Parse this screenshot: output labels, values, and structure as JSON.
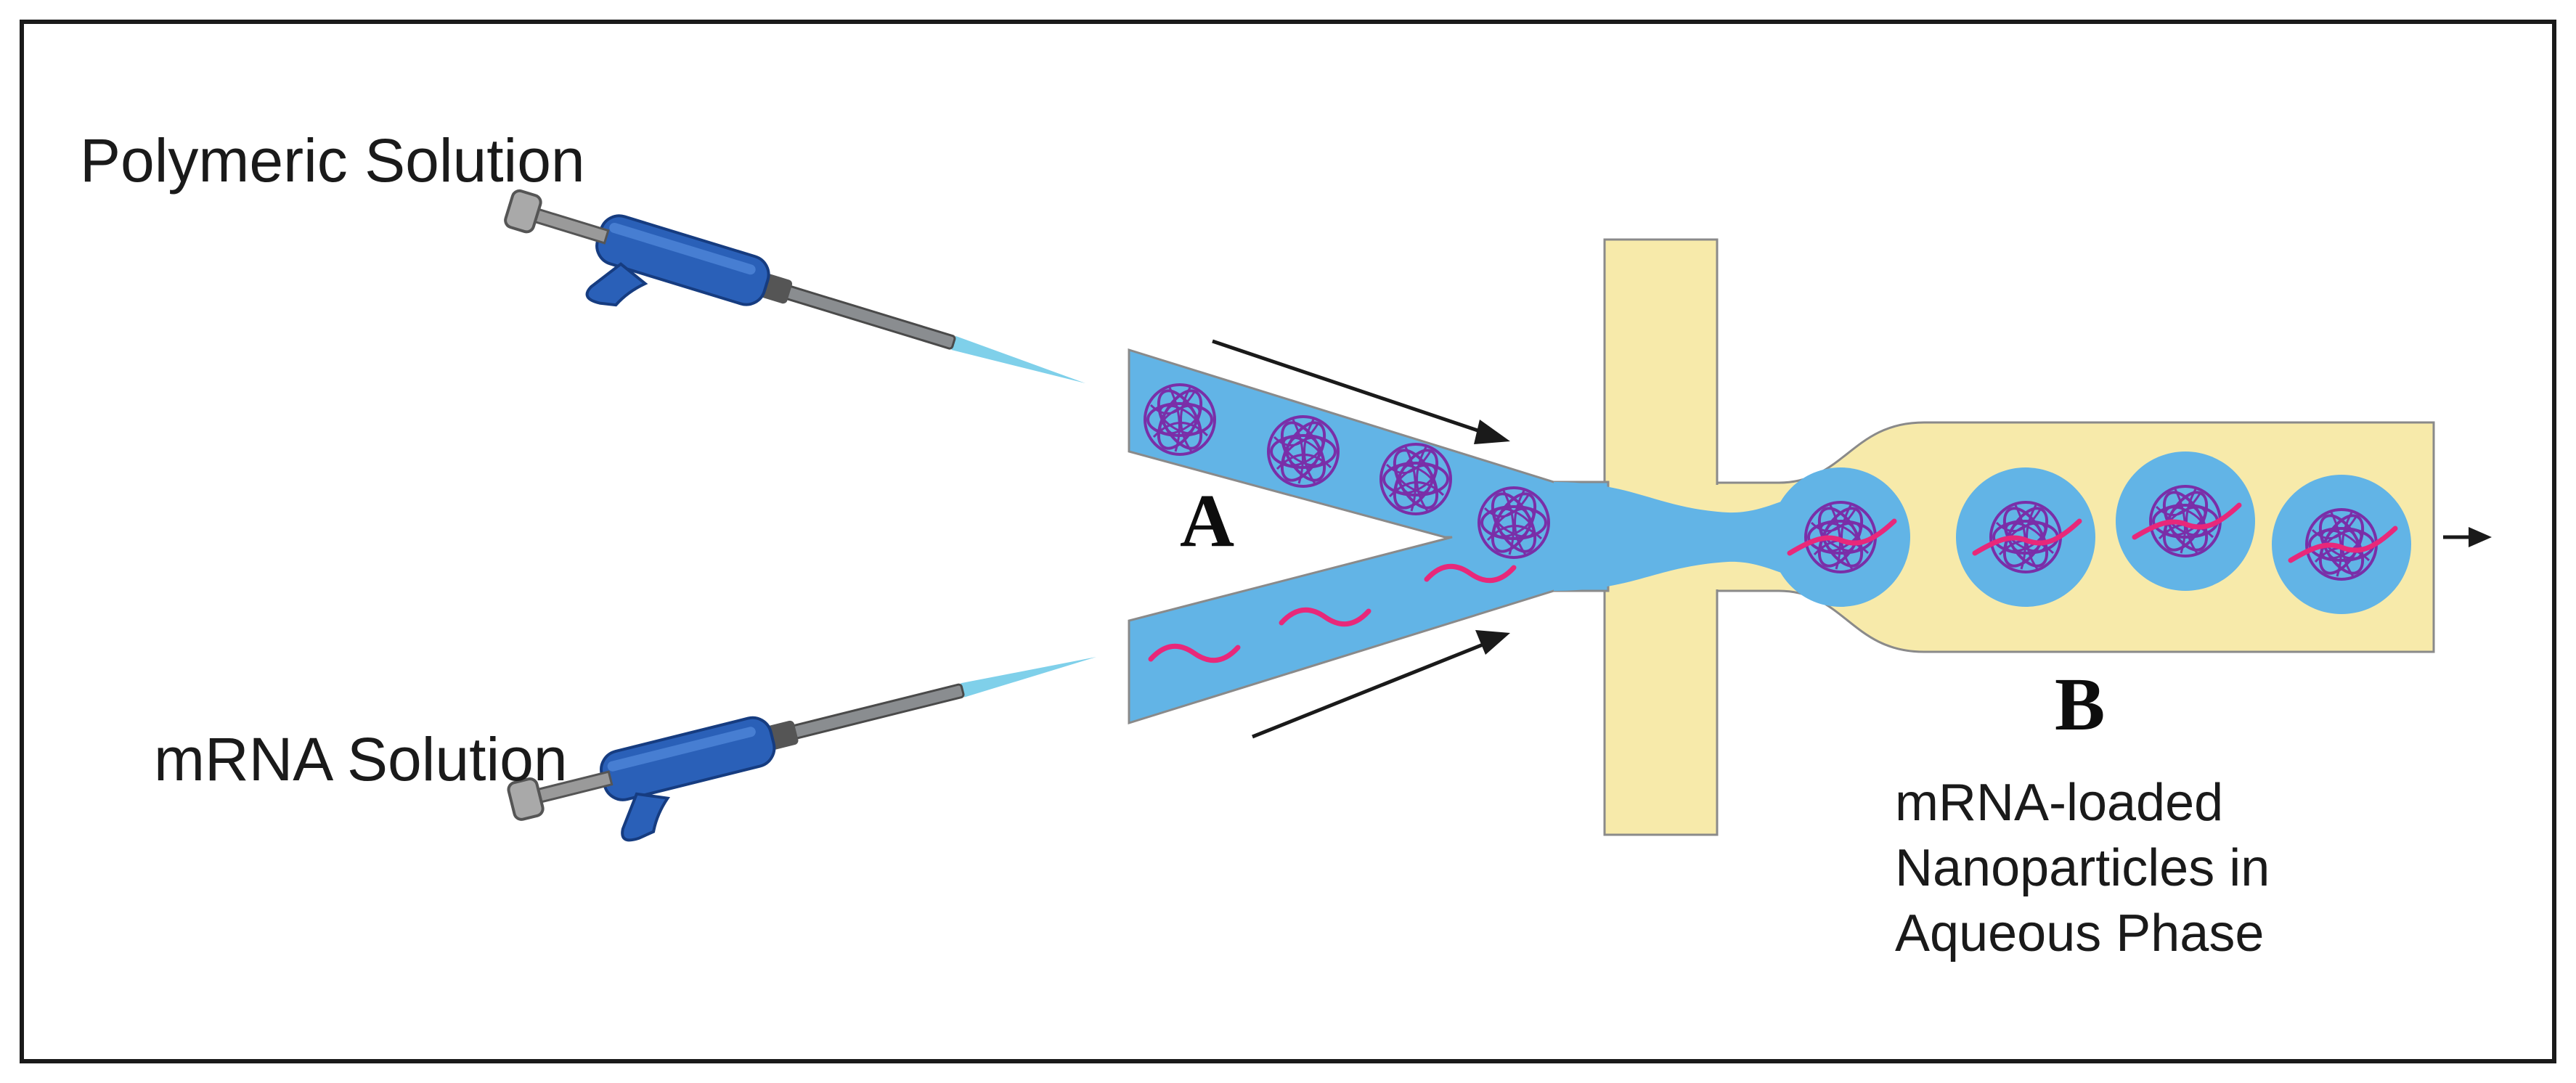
{
  "labels": {
    "polymeric": "Polymeric Solution",
    "mrna": "mRNA Solution",
    "point_a": "A",
    "point_b": "B",
    "output_line1": "mRNA-loaded",
    "output_line2": "Nanoparticles in",
    "output_line3": "Aqueous Phase"
  },
  "colors": {
    "frame": "#1a1a1a",
    "organic_phase": "#62b4e6",
    "aqueous_phase": "#f7eaaa",
    "channel_wall": "#8a8a8a",
    "pipette_body": "#2a60b8",
    "pipette_dark": "#163c80",
    "pipette_tip": "#7fd0ea",
    "polymer": "#7a2ea8",
    "mrna_strand": "#e8287a",
    "arrow": "#1a1a1a"
  },
  "icons": {
    "pipettes": [
      "pipette-icon",
      "pipette-icon"
    ],
    "polymer_particle": "polymer-coil-icon",
    "mrna": "mrna-strand-icon",
    "nanoparticle": "nanoparticle-icon"
  }
}
